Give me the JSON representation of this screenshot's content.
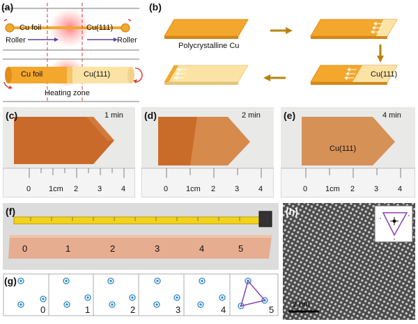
{
  "panels": {
    "a": {
      "label": "(a)",
      "cu_foil": "Cu foil",
      "cu111": "Cu(111)",
      "roller_left": "Roller",
      "roller_right": "Roller",
      "heating_zone": "Heating zone"
    },
    "b": {
      "label": "(b)",
      "poly": "Polycrystalline Cu",
      "cu111": "Cu(111)"
    },
    "c": {
      "label": "(c)",
      "time": "1 min"
    },
    "d": {
      "label": "(d)",
      "time": "2 min"
    },
    "e": {
      "label": "(e)",
      "time": "4 min",
      "cu111": "Cu(111)"
    },
    "f": {
      "label": "(f)",
      "numbers": [
        "0",
        "1",
        "2",
        "3",
        "4",
        "5"
      ]
    },
    "g": {
      "label": "(g)",
      "numbers": [
        "0",
        "1",
        "2",
        "3",
        "4",
        "5"
      ]
    },
    "h": {
      "label": "(h)",
      "scale": "2 nm"
    }
  },
  "ruler": {
    "ticks": [
      "0",
      "1",
      "2",
      "3",
      "4"
    ],
    "unit": "cm"
  },
  "colors": {
    "foil": "#f3a72c",
    "foil_dark": "#e08f16",
    "cu111": "#fbe3a5",
    "arrow": "#b5840e",
    "purple": "#8a3fb8",
    "red": "#d93a3a",
    "cyan": "#2b86c5"
  }
}
